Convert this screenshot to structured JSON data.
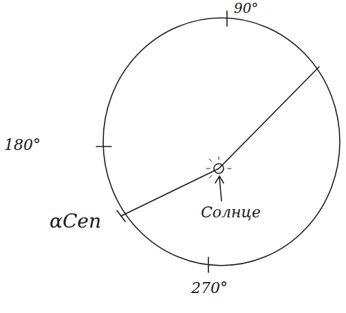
{
  "diagram": {
    "labels": [
      "90°",
      "180°",
      "270°",
      "αCen",
      "Солнце"
    ]
  }
}
